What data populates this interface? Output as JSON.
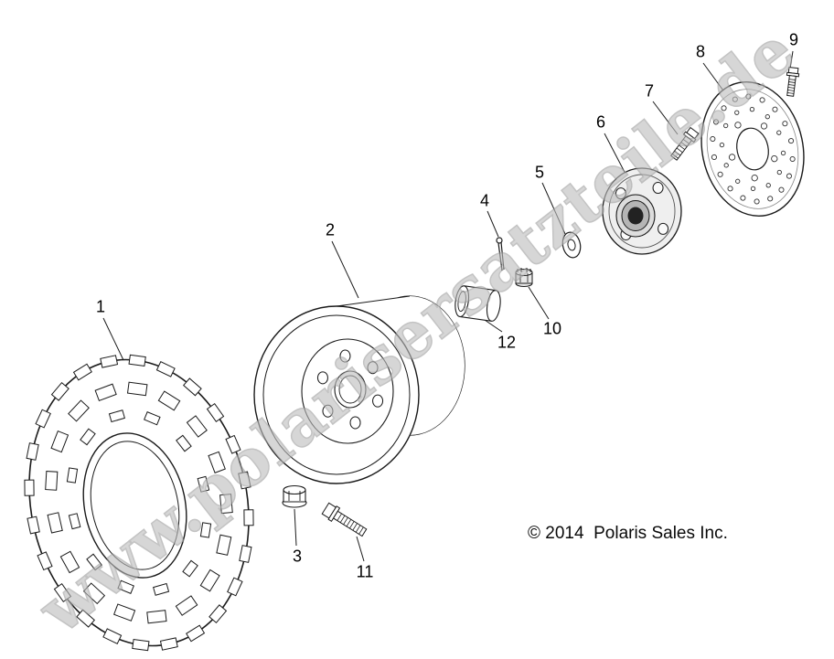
{
  "watermark": {
    "text": "www.polarisersatzteile.de",
    "color": "#bdbdbd"
  },
  "copyright": {
    "text": "© 2014  Polaris Sales Inc."
  },
  "diagram": {
    "type": "exploded-parts-diagram",
    "subject": "wheel-assembly",
    "line_color": "#1a1a1a",
    "parts": [
      {
        "number": "1",
        "name": "tire"
      },
      {
        "number": "2",
        "name": "wheel-rim"
      },
      {
        "number": "3",
        "name": "lug-nut"
      },
      {
        "number": "4",
        "name": "cotter-pin"
      },
      {
        "number": "5",
        "name": "washer"
      },
      {
        "number": "6",
        "name": "wheel-hub"
      },
      {
        "number": "7",
        "name": "hub-bolt"
      },
      {
        "number": "8",
        "name": "brake-disc"
      },
      {
        "number": "9",
        "name": "disc-bolt"
      },
      {
        "number": "10",
        "name": "castle-nut"
      },
      {
        "number": "11",
        "name": "wheel-stud"
      },
      {
        "number": "12",
        "name": "spacer"
      }
    ]
  }
}
